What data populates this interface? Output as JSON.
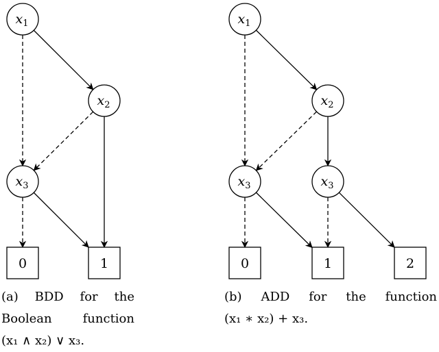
{
  "diagrams": [
    {
      "id": "bdd",
      "nodes": [
        {
          "id": "x1",
          "kind": "var",
          "var": "x",
          "sub": "1"
        },
        {
          "id": "x2",
          "kind": "var",
          "var": "x",
          "sub": "2"
        },
        {
          "id": "x3",
          "kind": "var",
          "var": "x",
          "sub": "3"
        },
        {
          "id": "t0",
          "kind": "terminal",
          "label": "0"
        },
        {
          "id": "t1",
          "kind": "terminal",
          "label": "1"
        }
      ],
      "edges": [
        {
          "from": "x1",
          "to": "x3",
          "type": "low"
        },
        {
          "from": "x1",
          "to": "x2",
          "type": "high"
        },
        {
          "from": "x2",
          "to": "x3",
          "type": "low"
        },
        {
          "from": "x2",
          "to": "t1",
          "type": "high"
        },
        {
          "from": "x3",
          "to": "t0",
          "type": "low"
        },
        {
          "from": "x3",
          "to": "t1",
          "type": "high"
        }
      ],
      "caption": [
        "(a)  BDD  for  the",
        "Boolean  function",
        "(x₁ ∧ x₂) ∨ x₃."
      ]
    },
    {
      "id": "add",
      "nodes": [
        {
          "id": "x1",
          "kind": "var",
          "var": "x",
          "sub": "1"
        },
        {
          "id": "x2",
          "kind": "var",
          "var": "x",
          "sub": "2"
        },
        {
          "id": "x3a",
          "kind": "var",
          "var": "x",
          "sub": "3"
        },
        {
          "id": "x3b",
          "kind": "var",
          "var": "x",
          "sub": "3"
        },
        {
          "id": "t0",
          "kind": "terminal",
          "label": "0"
        },
        {
          "id": "t1",
          "kind": "terminal",
          "label": "1"
        },
        {
          "id": "t2",
          "kind": "terminal",
          "label": "2"
        }
      ],
      "edges": [
        {
          "from": "x1",
          "to": "x3a",
          "type": "low"
        },
        {
          "from": "x1",
          "to": "x2",
          "type": "high"
        },
        {
          "from": "x2",
          "to": "x3a",
          "type": "low"
        },
        {
          "from": "x2",
          "to": "x3b",
          "type": "high"
        },
        {
          "from": "x3a",
          "to": "t0",
          "type": "low"
        },
        {
          "from": "x3a",
          "to": "t1",
          "type": "high"
        },
        {
          "from": "x3b",
          "to": "t1",
          "type": "low"
        },
        {
          "from": "x3b",
          "to": "t2",
          "type": "high"
        }
      ],
      "caption": [
        "(b)  ADD  for  the  function",
        "(x₁ ∗ x₂) + x₃."
      ]
    }
  ]
}
